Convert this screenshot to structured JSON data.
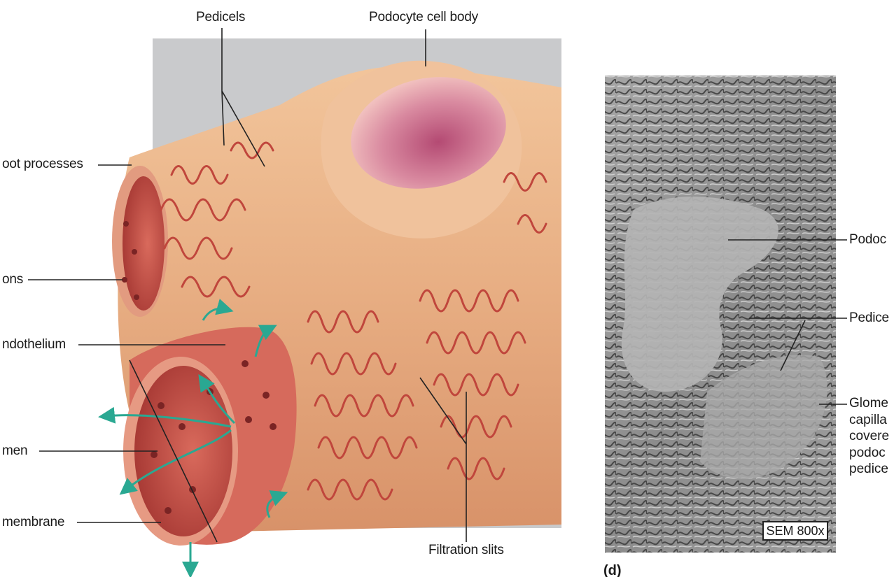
{
  "diagram": {
    "labels": {
      "pedicels": "Pedicels",
      "podocyte_cell_body": "Podocyte cell body",
      "foot_processes": "oot processes",
      "fenestrations": "ons",
      "endothelium": "ndothelium",
      "lumen": "men",
      "basement_membrane": "membrane",
      "filtration_slits": "Filtration slits"
    },
    "micrograph": {
      "labels": {
        "podocyte": "Podoc",
        "pedicels": "Pedice",
        "glomerular_lines": [
          "Glome",
          "capilla",
          "covere",
          "podoc",
          "pedice"
        ]
      },
      "magnification": "SEM 800x",
      "panel_letter": "(d)"
    },
    "colors": {
      "background_gray": "#c9cacc",
      "tissue": "#eab48a",
      "lumen_red": "#c8534a",
      "nucleus": "#c77a92",
      "arrow_teal": "#2aa892",
      "sem_gray": "#8f8f8f"
    }
  }
}
